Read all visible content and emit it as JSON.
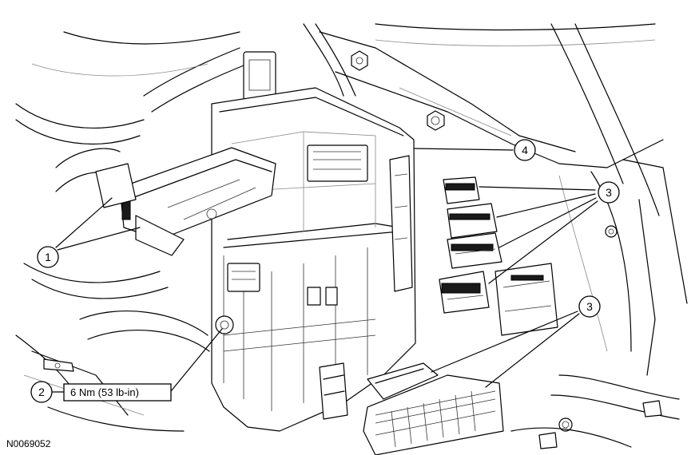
{
  "figure_id": "N0069052",
  "callouts": [
    {
      "number": "1"
    },
    {
      "number": "2",
      "note": "6 Nm (53 lb-in)"
    },
    {
      "number": "3"
    },
    {
      "number": "3"
    },
    {
      "number": "4"
    }
  ]
}
